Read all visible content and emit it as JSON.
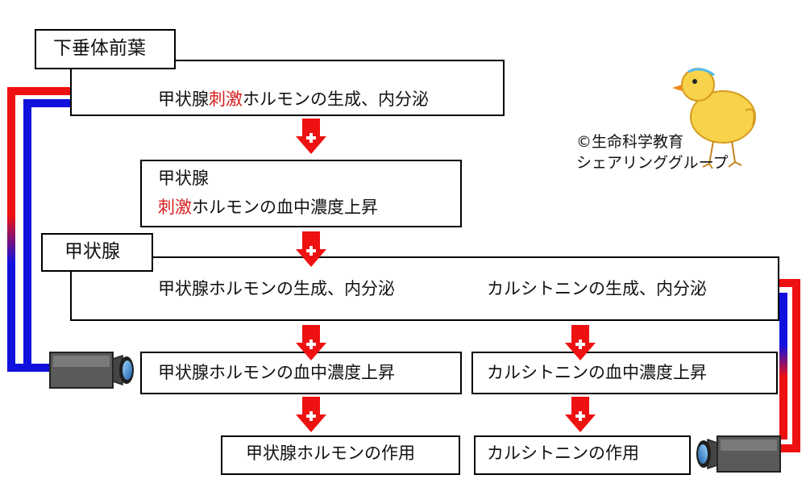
{
  "colors": {
    "feedback_red": "#ee1111",
    "feedback_blue": "#1111dd",
    "arrow": "#ee1111"
  },
  "pituitary": {
    "tag": "下垂体前葉",
    "action_prefix": "甲状腺",
    "action_highlight": "刺激",
    "action_suffix": "ホルモンの生成、内分泌"
  },
  "tsh_level": {
    "line1": "甲状腺",
    "line2_highlight": "刺激",
    "line2_suffix": "ホルモンの血中濃度上昇"
  },
  "thyroid": {
    "tag": "甲状腺",
    "left_action": "甲状腺ホルモンの生成、内分泌",
    "right_action": "カルシトニンの生成、内分泌"
  },
  "levels": {
    "thyroid_hormone": "甲状腺ホルモンの血中濃度上昇",
    "calcitonin": "カルシトニンの血中濃度上昇"
  },
  "effects": {
    "thyroid_hormone": "甲状腺ホルモンの作用",
    "calcitonin": "カルシトニンの作用"
  },
  "credit": {
    "line1": "©生命科学教育",
    "line2": "シェアリンググループ"
  },
  "icons": [
    "camera-icon",
    "chick-mascot-icon",
    "down-arrow-icon"
  ]
}
